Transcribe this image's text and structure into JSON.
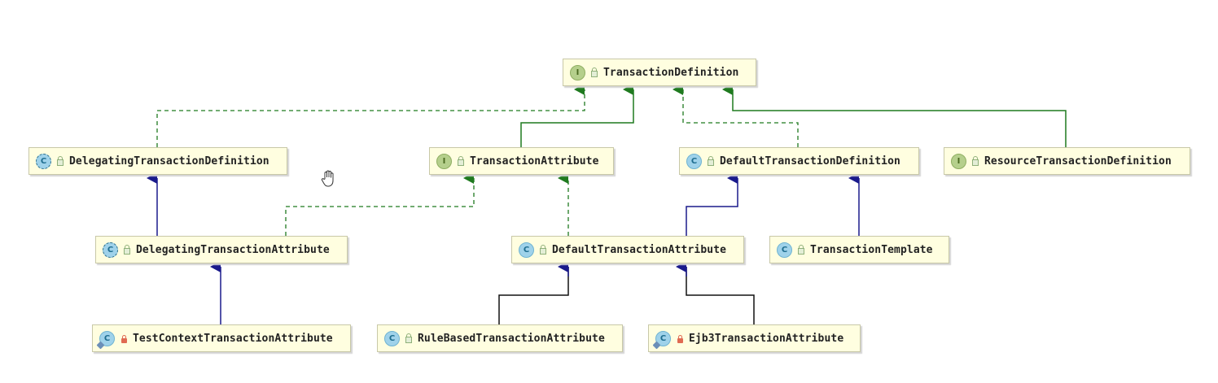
{
  "nodes": {
    "transaction_definition": {
      "label": "TransactionDefinition",
      "kind": "I",
      "visibility": "public"
    },
    "delegating_transaction_definition": {
      "label": "DelegatingTransactionDefinition",
      "kind": "C",
      "visibility": "public"
    },
    "transaction_attribute": {
      "label": "TransactionAttribute",
      "kind": "I",
      "visibility": "public"
    },
    "default_transaction_definition": {
      "label": "DefaultTransactionDefinition",
      "kind": "C",
      "visibility": "public"
    },
    "resource_transaction_definition": {
      "label": "ResourceTransactionDefinition",
      "kind": "I",
      "visibility": "public"
    },
    "delegating_transaction_attribute": {
      "label": "DelegatingTransactionAttribute",
      "kind": "C",
      "visibility": "public"
    },
    "default_transaction_attribute": {
      "label": "DefaultTransactionAttribute",
      "kind": "C",
      "visibility": "public"
    },
    "transaction_template": {
      "label": "TransactionTemplate",
      "kind": "C",
      "visibility": "public"
    },
    "test_context_transaction_attribute": {
      "label": "TestContextTransactionAttribute",
      "kind": "C",
      "visibility": "private"
    },
    "rule_based_transaction_attribute": {
      "label": "RuleBasedTransactionAttribute",
      "kind": "C",
      "visibility": "public"
    },
    "ejb3_transaction_attribute": {
      "label": "Ejb3TransactionAttribute",
      "kind": "C",
      "visibility": "private"
    }
  },
  "edges": [
    {
      "from": "delegating_transaction_definition",
      "to": "transaction_definition",
      "relation": "implements"
    },
    {
      "from": "transaction_attribute",
      "to": "transaction_definition",
      "relation": "extends"
    },
    {
      "from": "default_transaction_definition",
      "to": "transaction_definition",
      "relation": "implements"
    },
    {
      "from": "resource_transaction_definition",
      "to": "transaction_definition",
      "relation": "extends"
    },
    {
      "from": "delegating_transaction_attribute",
      "to": "delegating_transaction_definition",
      "relation": "extends"
    },
    {
      "from": "delegating_transaction_attribute",
      "to": "transaction_attribute",
      "relation": "implements"
    },
    {
      "from": "default_transaction_attribute",
      "to": "transaction_attribute",
      "relation": "implements"
    },
    {
      "from": "default_transaction_attribute",
      "to": "default_transaction_definition",
      "relation": "extends"
    },
    {
      "from": "transaction_template",
      "to": "default_transaction_definition",
      "relation": "extends"
    },
    {
      "from": "test_context_transaction_attribute",
      "to": "delegating_transaction_attribute",
      "relation": "extends"
    },
    {
      "from": "rule_based_transaction_attribute",
      "to": "default_transaction_attribute",
      "relation": "extends"
    },
    {
      "from": "ejb3_transaction_attribute",
      "to": "default_transaction_attribute",
      "relation": "extends"
    }
  ],
  "colors": {
    "interface_inheritance": "#1f7a1f",
    "class_inheritance": "#1a1a8c",
    "plain_connector": "#111111",
    "node_background": "#fffee0"
  },
  "icons": {
    "interface": "interface-icon",
    "class": "class-icon",
    "abstract_class": "abstract-class-icon",
    "public": "public-lock-icon",
    "private": "private-lock-icon",
    "cursor": "hand-cursor-icon"
  }
}
